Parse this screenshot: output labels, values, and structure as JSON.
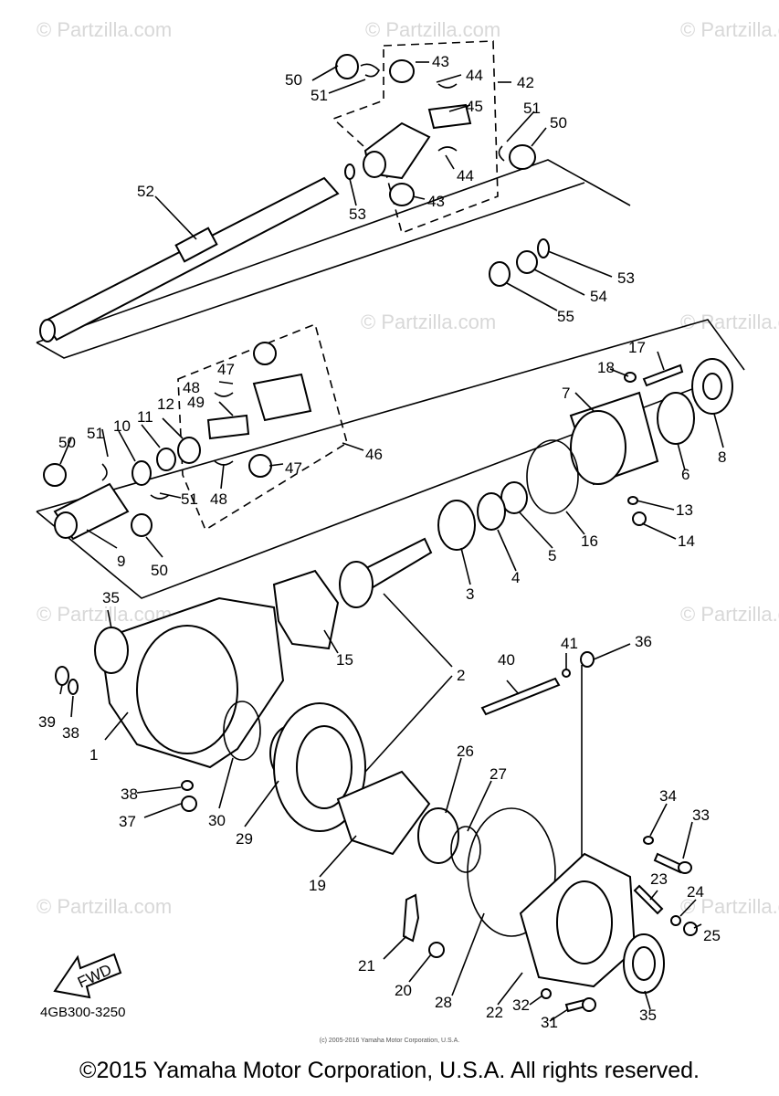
{
  "watermark": "© Partzilla.com",
  "diagram_code": "4GB300-3250",
  "fwd_label": "FWD",
  "small_copyright": "(c) 2005-2016 Yamaha Motor Corporation, U.S.A.",
  "copyright": "©2015 Yamaha Motor Corporation, U.S.A. All rights reserved.",
  "callouts": [
    "1",
    "2",
    "3",
    "4",
    "5",
    "6",
    "7",
    "8",
    "9",
    "10",
    "11",
    "12",
    "13",
    "14",
    "15",
    "16",
    "17",
    "18",
    "19",
    "20",
    "21",
    "22",
    "23",
    "24",
    "25",
    "26",
    "27",
    "28",
    "29",
    "30",
    "31",
    "32",
    "33",
    "34",
    "35",
    "36",
    "37",
    "38",
    "39",
    "40",
    "41",
    "42",
    "43",
    "44",
    "45",
    "46",
    "47",
    "48",
    "49",
    "50",
    "51",
    "52",
    "53",
    "54",
    "55"
  ]
}
